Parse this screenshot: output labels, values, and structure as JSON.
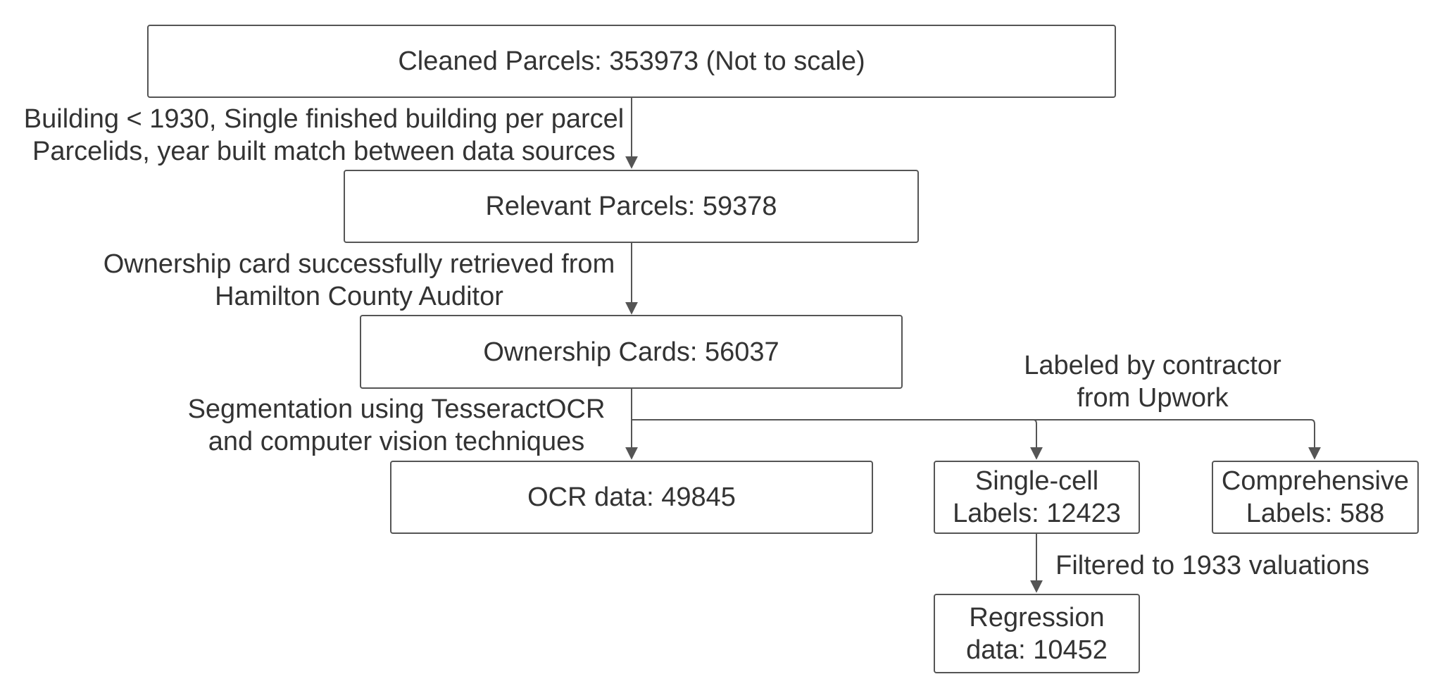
{
  "nodes": {
    "cleaned": {
      "text": "Cleaned Parcels: 353973 (Not to scale)"
    },
    "relevant": {
      "text": "Relevant Parcels: 59378"
    },
    "ownership": {
      "text": "Ownership Cards: 56037"
    },
    "ocr": {
      "text": "OCR data: 49845"
    },
    "single_cell": {
      "line1": "Single-cell",
      "line2": "Labels: 12423"
    },
    "comprehensive": {
      "line1": "Comprehensive",
      "line2": "Labels: 588"
    },
    "regression": {
      "line1": "Regression",
      "line2": "data: 10452"
    }
  },
  "edge_labels": {
    "filter_buildings": {
      "line1": "Building < 1930, Single finished building per parcel",
      "line2": "Parcelids, year built match between data sources"
    },
    "retrieval": {
      "line1": "Ownership card successfully retrieved from",
      "line2": "Hamilton County Auditor"
    },
    "segmentation": {
      "line1": "Segmentation using TesseractOCR",
      "line2": "and computer vision techniques"
    },
    "labeling": {
      "line1": "Labeled by contractor",
      "line2": "from Upwork"
    },
    "filter_valuations": {
      "line1": "Filtered to 1933 valuations"
    }
  },
  "colors": {
    "stroke": "#555555",
    "text": "#333333",
    "background": "#ffffff"
  }
}
